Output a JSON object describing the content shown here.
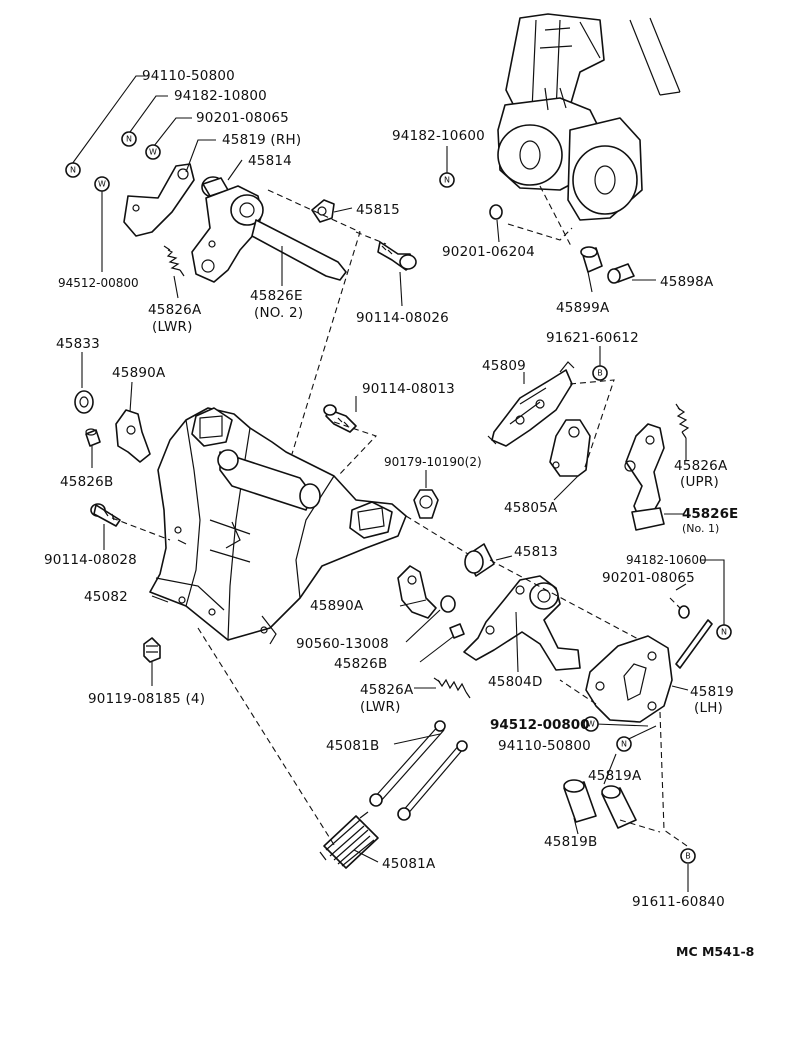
{
  "diagram_code": "MC  M541-8",
  "labels": {
    "p94110_50800_top": "94110-50800",
    "p94182_10800": "94182-10800",
    "p90201_08065_top": "90201-08065",
    "p45819_rh": "45819 (RH)",
    "p45814": "45814",
    "p94512_00800_top": "94512-00800",
    "p45826a_lwr_top": "45826A",
    "p45826a_lwr_top_sub": "(LWR)",
    "p45826e_no2": "45826E",
    "p45826e_no2_sub": "(NO. 2)",
    "p45815": "45815",
    "p90114_08026": "90114-08026",
    "p94182_10600_top": "94182-10600",
    "p90201_06204": "90201-06204",
    "p45899a": "45899A",
    "p45898a": "45898A",
    "p91621_60612": "91621-60612",
    "p45809": "45809",
    "p45833": "45833",
    "p45890a_left": "45890A",
    "p90114_08013": "90114-08013",
    "p45826b_left": "45826B",
    "p90179_10190": "90179-10190(2)",
    "p45805a": "45805A",
    "p45826a_upr": "45826A",
    "p45826a_upr_sub": "(UPR)",
    "p45826e_no1": "45826E",
    "p45826e_no1_sub": "(No. 1)",
    "p90114_08028": "90114-08028",
    "p45813": "45813",
    "p94182_10600_right": "94182-10600",
    "p90201_08065_right": "90201-08065",
    "p45082": "45082",
    "p45890a_mid": "45890A",
    "p90560_13008": "90560-13008",
    "p45826b_mid": "45826B",
    "p45804d": "45804D",
    "p90119_08185": "90119-08185 (4)",
    "p45826a_lwr_mid": "45826A",
    "p45826a_lwr_mid_sub": "(LWR)",
    "p45819_lh": "45819",
    "p45819_lh_sub": "(LH)",
    "p94512_00800_right": "94512-00800",
    "p94110_50800_right": "94110-50800",
    "p45081b": "45081B",
    "p45819a": "45819A",
    "p45819b": "45819B",
    "p45081a": "45081A",
    "p91611_60840": "91611-60840"
  },
  "symbols": {
    "nut": "N",
    "washer": "W",
    "bolt": "B"
  }
}
